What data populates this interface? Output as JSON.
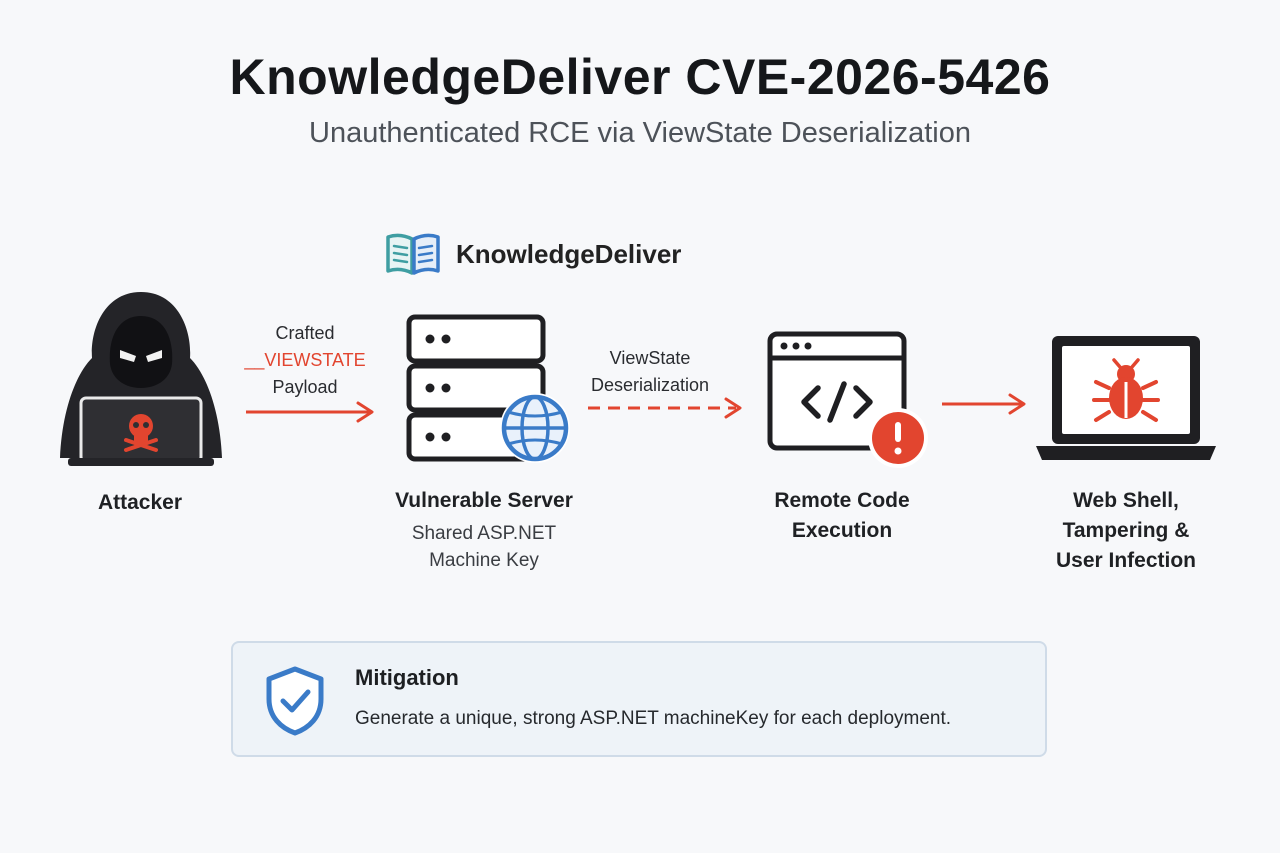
{
  "header": {
    "title": "KnowledgeDeliver CVE-2026-5426",
    "subtitle": "Unauthenticated RCE via ViewState Deserialization"
  },
  "brand": {
    "name": "KnowledgeDeliver",
    "icon": "open-book-icon"
  },
  "nodes": {
    "attacker": {
      "label": "Attacker",
      "icon": "hooded-hacker-skull-laptop-icon"
    },
    "server": {
      "label": "Vulnerable Server",
      "sub1": "Shared ASP.NET",
      "sub2": "Machine Key",
      "icon": "server-globe-icon"
    },
    "rce": {
      "label1": "Remote Code",
      "label2": "Execution",
      "icon": "code-window-alert-icon"
    },
    "impact": {
      "label1": "Web Shell,",
      "label2": "Tampering &",
      "label3": "User Infection",
      "icon": "laptop-bug-icon"
    }
  },
  "arrows": {
    "payload": {
      "line1": "Crafted",
      "line2": "__VIEWSTATE",
      "line3": "Payload",
      "style": "solid"
    },
    "deserialize": {
      "line1": "ViewState",
      "line2": "Deserialization",
      "style": "dashed"
    },
    "impact": {
      "style": "solid"
    }
  },
  "mitigation": {
    "title": "Mitigation",
    "text": "Generate a unique, strong ASP.NET machineKey for each deployment.",
    "icon": "shield-check-icon"
  },
  "colors": {
    "accent_red": "#e2452f",
    "dark": "#1f1f22",
    "blue": "#3a7bc8",
    "teal": "#4aa6a8",
    "panel_bg": "#eef3f8",
    "panel_border": "#cfdbe8"
  }
}
